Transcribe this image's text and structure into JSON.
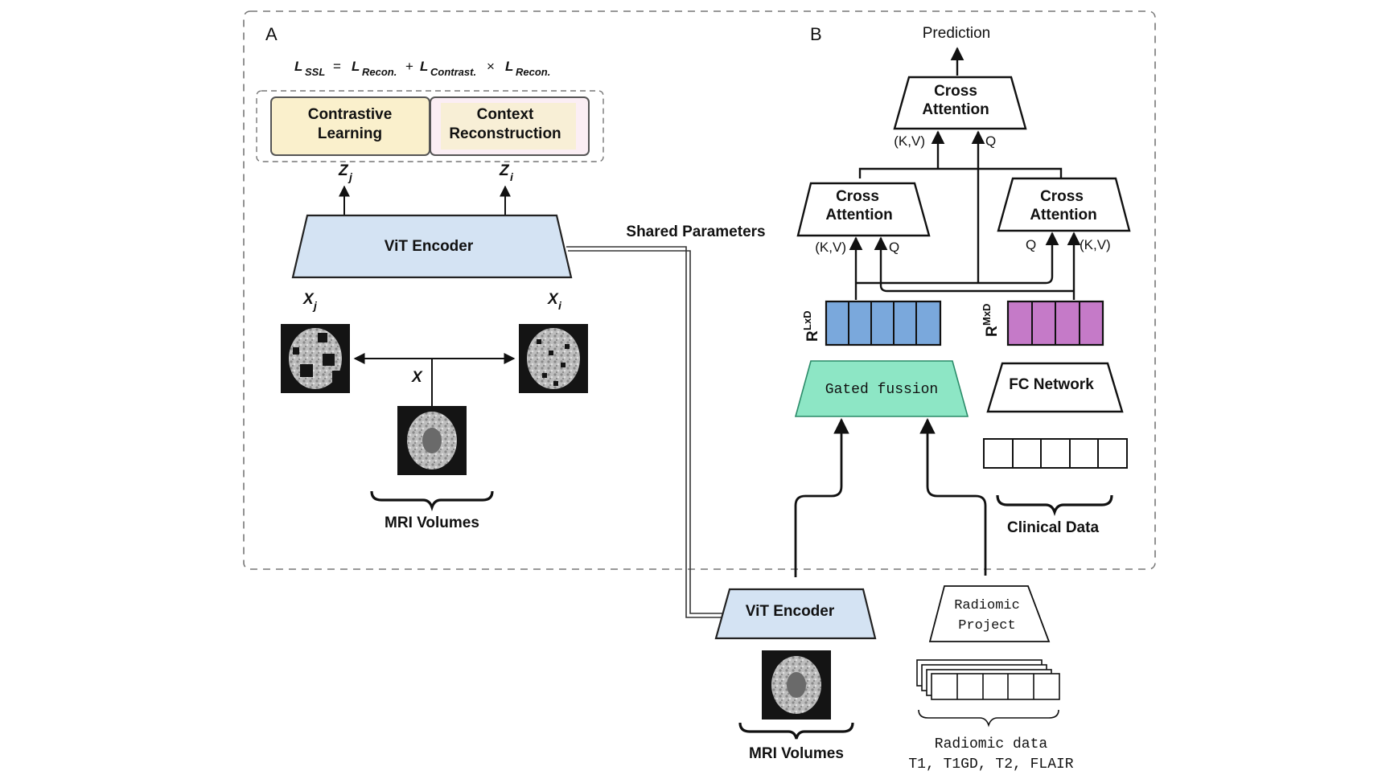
{
  "panel_a": {
    "label": "A",
    "loss": {
      "lhs": "L",
      "lhs_sub": "SSL",
      "t1": "L",
      "t1_sub": "Recon.",
      "t2": "L",
      "t2_sub": "Contrast.",
      "t3": "L",
      "t3_sub": "Recon.",
      "eq": "=",
      "plus": "+",
      "times": "×"
    },
    "contrastive_box": [
      "Contrastive",
      "Learning"
    ],
    "context_box": [
      "Context",
      "Reconstruction"
    ],
    "zj": "Z",
    "zj_sub": "j",
    "zi": "Z",
    "zi_sub": "i",
    "encoder": "ViT Encoder",
    "xj": "X",
    "xj_sub": "j",
    "xi": "X",
    "xi_sub": "i",
    "x": "X",
    "mri_label": "MRI Volumes",
    "shared_params": "Shared Parameters"
  },
  "panel_b": {
    "label": "B",
    "prediction": "Prediction",
    "top_attention": [
      "Cross",
      "Attention"
    ],
    "left_attention": [
      "Cross",
      "Attention"
    ],
    "right_attention": [
      "Cross",
      "Attention"
    ],
    "kv": "(K,V)",
    "q": "Q",
    "r_lxd": "R",
    "r_lxd_sup": "LxD",
    "r_mxd": "R",
    "r_mxd_sup": "MxD",
    "gated_fusion": "Gated fussion",
    "fc_network": "FC Network",
    "clinical_label": "Clinical Data",
    "encoder": "ViT Encoder",
    "radiomic_project": [
      "Radiomic",
      "Project"
    ],
    "mri_label": "MRI Volumes",
    "radiomic_label": [
      "Radiomic data",
      "T1, T1GD, T2, FLAIR"
    ]
  },
  "colors": {
    "encoder_fill": "#d4e3f3",
    "contrastive_fill": "#faf0cc",
    "context_fill": "#fbeef4",
    "lxd_fill": "#7aa8dc",
    "mxd_fill": "#c57ac8",
    "gated_fill": "#8de6c5"
  }
}
